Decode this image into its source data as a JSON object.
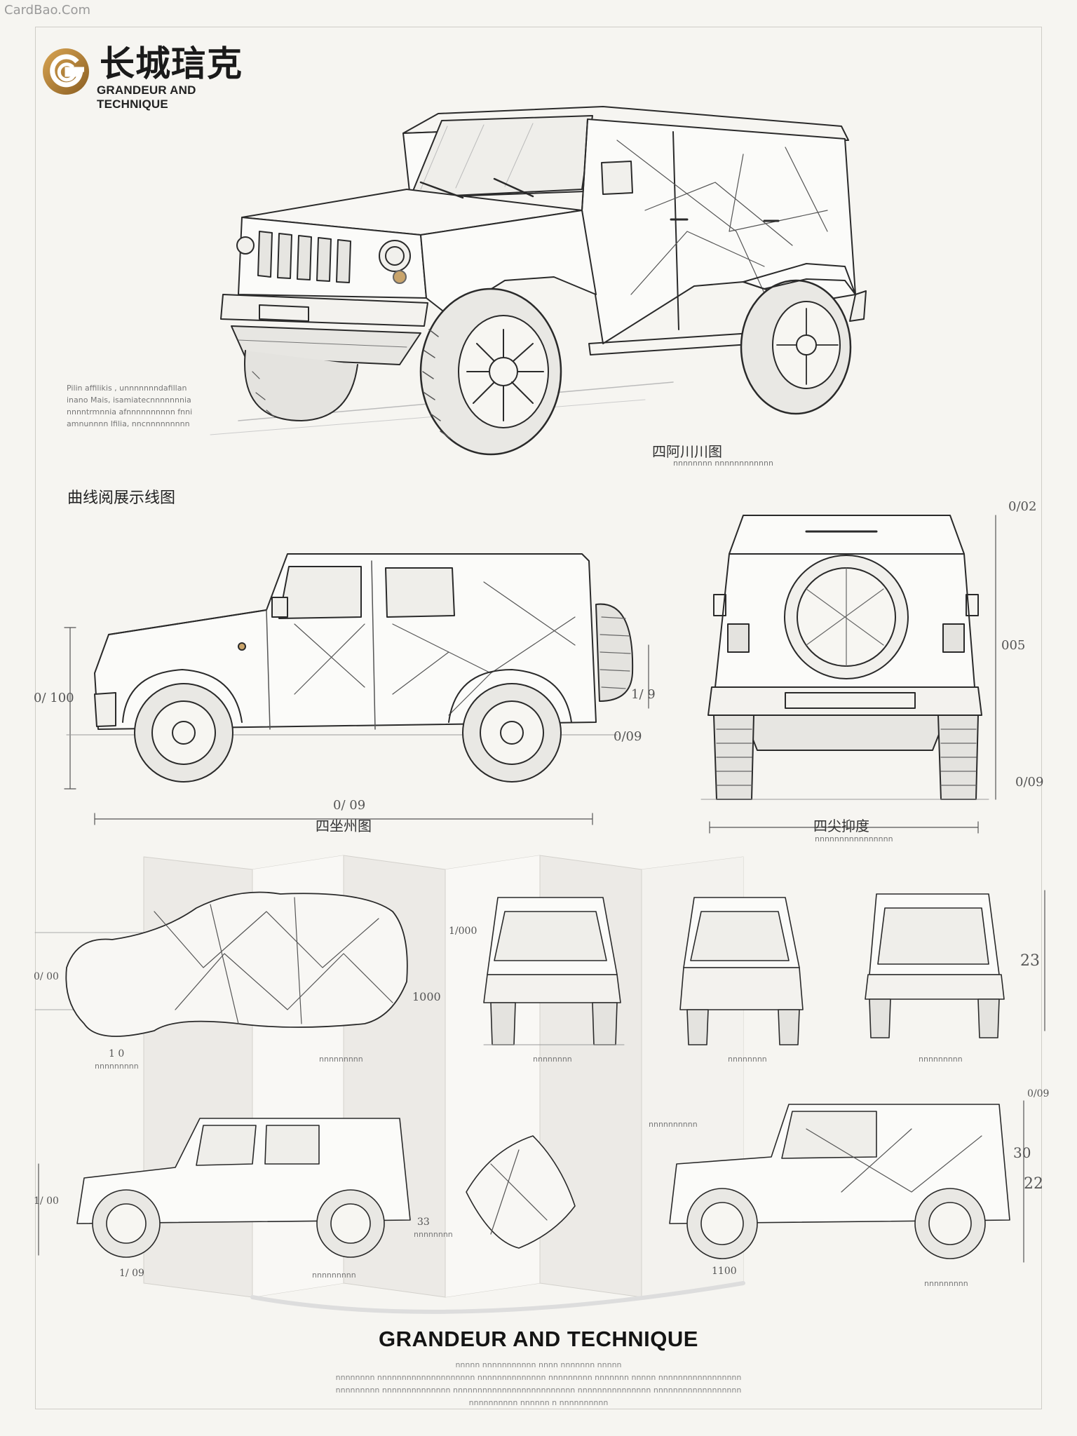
{
  "watermark": "CardBao.Com",
  "brand": {
    "name_cn": "长城琂克",
    "tagline": "GRANDEUR AND TECHNIQUE"
  },
  "hero": {
    "notes": [
      "Pilin affilikis , unnnnnnndafillan",
      "inano Mais, isamiatecnnnnnnnia",
      "nnnntrmnnia afnnnnnnnnnn fnni",
      "amnunnnn Ifilia, nncnnnnnnnnn"
    ],
    "caption": "四阿川川图",
    "caption_sub": "nnnnnnnn nnnnnnnnnnnn"
  },
  "section_title": "曲线阅展示线图",
  "side_view": {
    "caption": "四坐州图",
    "length_label": "0/ 09",
    "height_label": "0/ 100",
    "dim_1": "1/ 9",
    "dim_2": "0/09"
  },
  "rear_view": {
    "caption": "四尖抑度",
    "caption_sub": "nnnnnnnnnnnnnnnn",
    "dim_top": "0/02",
    "dim_mid": "005",
    "dim_bottom": "0/09"
  },
  "fold_panels": {
    "labels": [
      "0/ 00",
      "1000",
      "1 0",
      "1/000",
      "23",
      "1/ 00",
      "1/ 09",
      "33",
      "30",
      "22",
      "1100",
      "0/09"
    ],
    "sublabels": [
      "nnnnnnnnn",
      "nnnnnnnnn",
      "nnnnnnnn",
      "nnnnnnnn",
      "nnnnnnnnn",
      "nnnnnnnnnn",
      "nnnnnnnnn",
      "nnnnnnnnn",
      "nnnnnnnn"
    ]
  },
  "footer": {
    "title": "GRANDEUR AND TECHNIQUE",
    "notes": [
      "nnnnn nnnnnnnnnnn   nnnn nnnnnnn    nnnnn",
      "nnnnnnnn nnnnnnnnnnnnnnnnnnnn  nnnnnnnnnnnnnn nnnnnnnnn  nnnnnnn nnnnn nnnnnnnnnnnnnnnnn",
      "nnnnnnnnn  nnnnnnnnnnnnnn nnnnnnnnnnnnnnnnnnnnnnnnn  nnnnnnnnnnnnnnn  nnnnnnnnnnnnnnnnnn",
      "nnnnnnnnnn nnnnnn  n  nnnnnnnnnn"
    ]
  },
  "colors": {
    "paper": "#f6f5f1",
    "ink": "#2a2a2a",
    "logo_gold": "#b8863c",
    "fold_shade": "#e4e3df"
  }
}
